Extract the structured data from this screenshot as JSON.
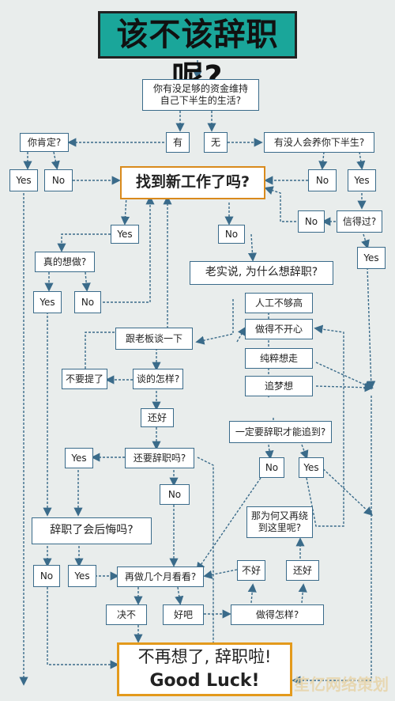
{
  "title": "该不该辞职呢?",
  "nodes": {
    "q_money": "你有没足够的资金维持\n自己下半生的生活?",
    "yes_money": "有",
    "no_money": "无",
    "q_sure": "你肯定?",
    "sure_yes": "Yes",
    "sure_no": "No",
    "q_support": "有没人会养你下半生?",
    "support_no": "No",
    "support_yes": "Yes",
    "q_new_job": "找到新工作了吗?",
    "q_believe": "信得过?",
    "believe_no": "No",
    "believe_yes": "Yes",
    "newjob_yes": "Yes",
    "newjob_no": "No",
    "q_really": "真的想做?",
    "really_yes": "Yes",
    "really_no": "No",
    "q_why": "老实说, 为什么想辞职?",
    "r_pay": "人工不够高",
    "r_unhappy": "做得不开心",
    "r_pure": "纯粹想走",
    "r_dream": "追梦想",
    "q_boss": "跟老板谈一下",
    "no_mention": "不要提了",
    "q_how": "谈的怎样?",
    "ok": "还好",
    "q_quit_needed": "一定要辞职才能追到?",
    "need_no": "No",
    "need_yes": "Yes",
    "q_still_quit": "还要辞职吗?",
    "still_yes": "Yes",
    "still_no": "No",
    "q_detour": "那为何又再绕\n到这里呢?",
    "q_regret": "辞职了会后悔吗?",
    "regret_no": "No",
    "regret_yes": "Yes",
    "q_months": "再做几个月看看?",
    "bad": "不好",
    "fine": "还好",
    "decide_no": "决不",
    "good": "好吧",
    "q_how_done": "做得怎样?",
    "final_1": "不再想了, 辞职啦!",
    "final_2": "Good Luck!"
  },
  "watermark": "笙亿网络策划",
  "colors": {
    "title_bg": "#1aa69a",
    "box_border": "#3a6b8a",
    "arrow": "#3a6b8a",
    "highlight": "#e39a1c"
  }
}
